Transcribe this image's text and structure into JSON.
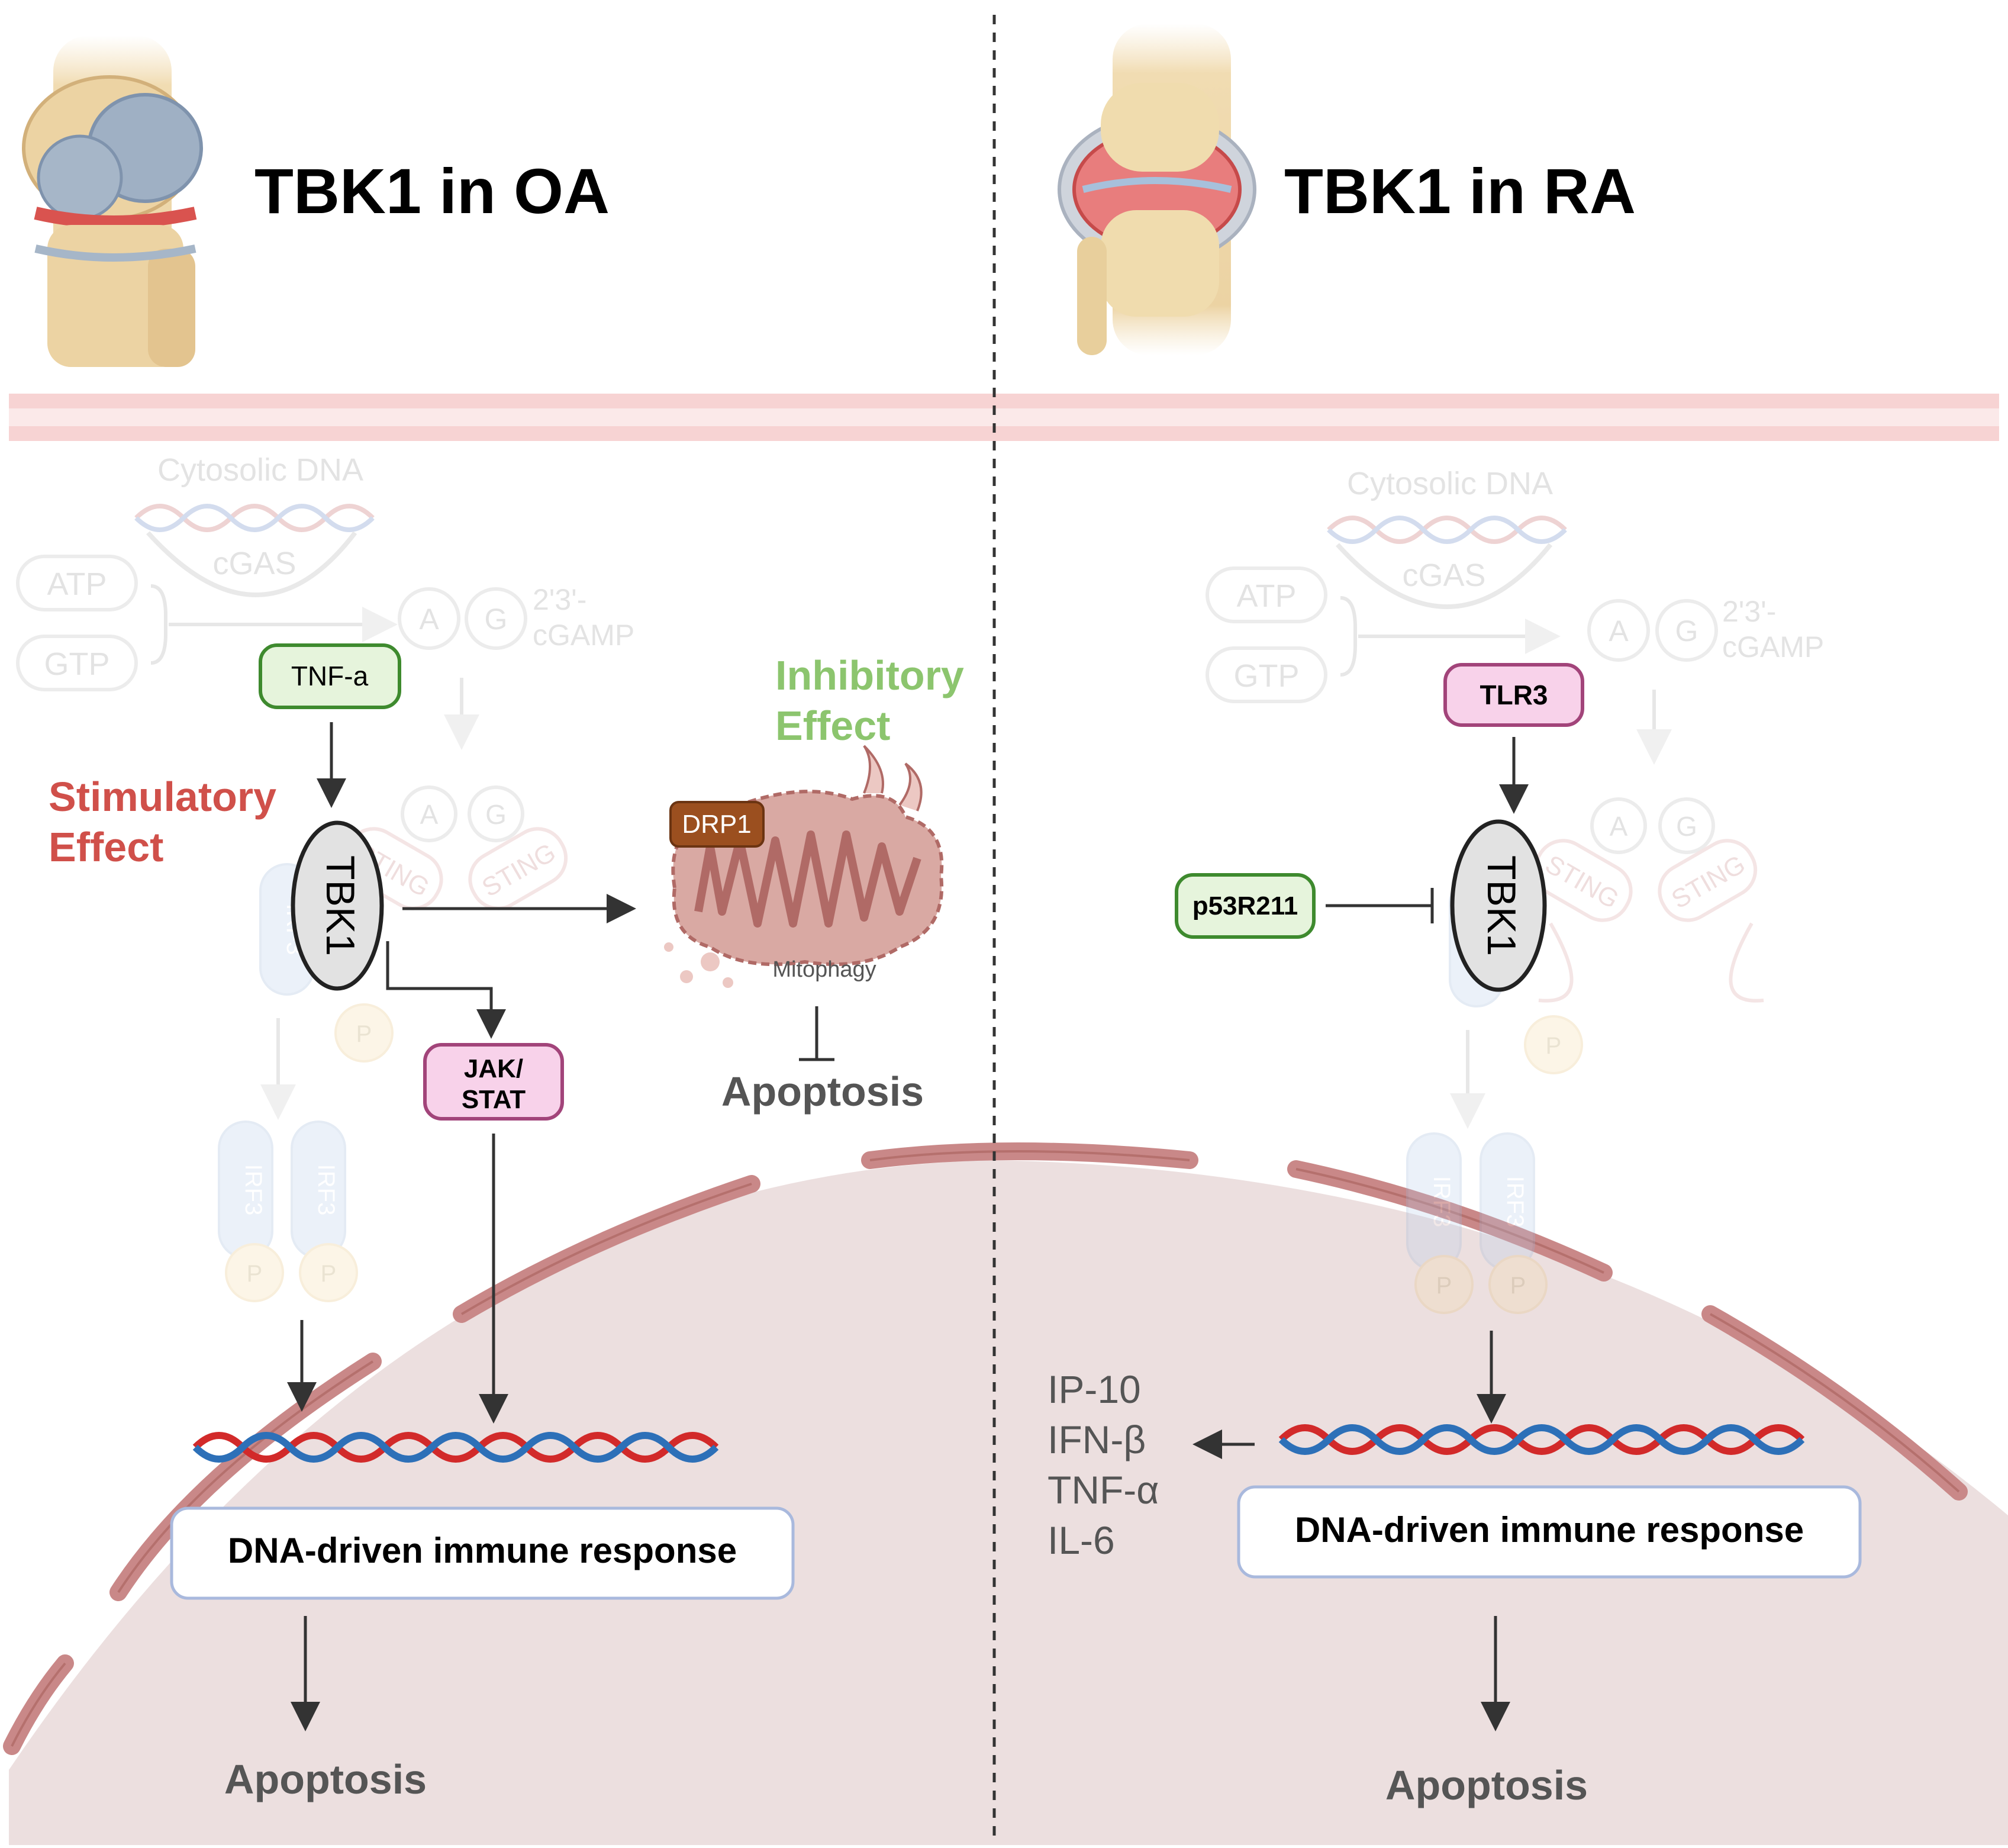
{
  "left_panel": {
    "title": "TBK1 in OA",
    "faded": {
      "cytosolic_dna": "Cytosolic DNA",
      "cgas": "cGAS",
      "atp": "ATP",
      "gtp": "GTP",
      "a": "A",
      "g": "G",
      "cgamp_line1": "2'3'-",
      "cgamp_line2": "cGAMP",
      "sting": "STING",
      "irf3": "IRF3",
      "p": "P"
    },
    "tnfa": "TNF-a",
    "stimulatory_line1": "Stimulatory",
    "stimulatory_line2": "Effect",
    "tbk1": "TBK1",
    "inhibitory_line1": "Inhibitory",
    "inhibitory_line2": "Effect",
    "drp1": "DRP1",
    "mitophagy": "Mitophagy",
    "apoptosis_mito": "Apoptosis",
    "jak_line1": "JAK/",
    "jak_line2": "STAT",
    "immune_response": "DNA-driven immune response",
    "apoptosis_bottom": "Apoptosis"
  },
  "right_panel": {
    "title": "TBK1 in RA",
    "faded": {
      "cytosolic_dna": "Cytosolic DNA",
      "cgas": "cGAS",
      "atp": "ATP",
      "gtp": "GTP",
      "a": "A",
      "g": "G",
      "cgamp_line1": "2'3'-",
      "cgamp_line2": "cGAMP",
      "sting": "STING",
      "irf3": "IRF3",
      "p": "P"
    },
    "tlr3": "TLR3",
    "p53": "p53R211",
    "tbk1": "TBK1",
    "cytokines": [
      "IP-10",
      "IFN-β",
      "TNF-α",
      "IL-6"
    ],
    "immune_response": "DNA-driven immune response",
    "apoptosis_bottom": "Apoptosis"
  },
  "colors": {
    "stimulatory": "#d0504a",
    "inhibitory": "#8cc56e",
    "green_box_fill": "#e6f4dc",
    "green_box_stroke": "#3e8a2e",
    "pink_box_fill": "#f8d2ea",
    "pink_box_stroke": "#a2447a",
    "drp1": "#9b4f1f",
    "mito_fill": "#d9a9a3",
    "mito_stroke": "#b06a66",
    "nucleus_fill": "#ecdfdf",
    "membrane": "#c98888",
    "dna_red": "#d22a2a",
    "dna_blue": "#2d70b8",
    "tbk1_fill": "#e2e2e2",
    "text_dark": "#000000",
    "text_gray": "#555555"
  }
}
